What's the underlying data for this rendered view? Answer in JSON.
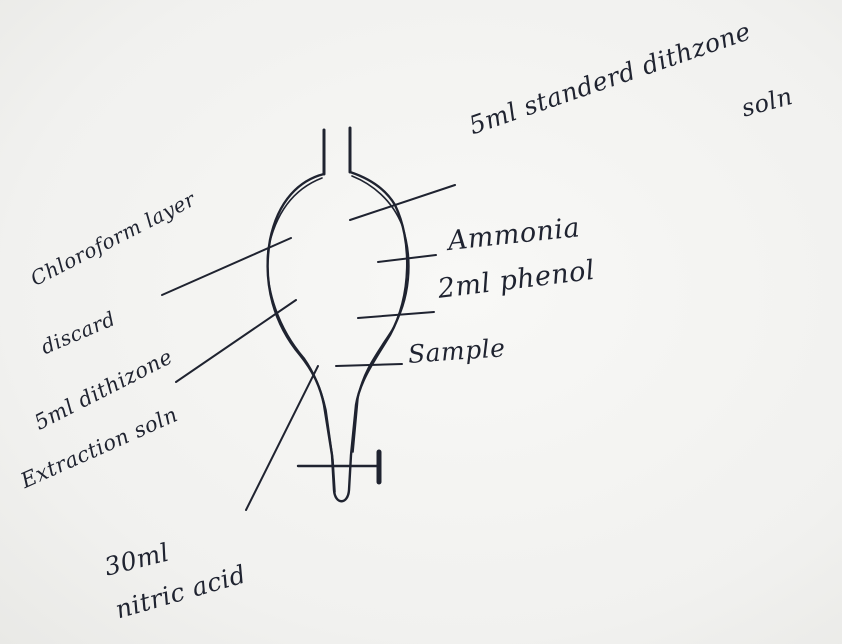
{
  "diagram": {
    "labels": {
      "standard_dithizone": "5ml standerd dithzone",
      "standard_dithizone_2": "soln",
      "ammonia": "Ammonia",
      "phenol": "2ml phenol",
      "sample": "Sample",
      "chloroform": "Chloroform layer",
      "chloroform_2": "discard",
      "dithizone_extraction": "5ml dithizone",
      "dithizone_extraction_2": "Extraction soln",
      "nitric_acid": "30ml",
      "nitric_acid_2": "nitric acid"
    }
  }
}
